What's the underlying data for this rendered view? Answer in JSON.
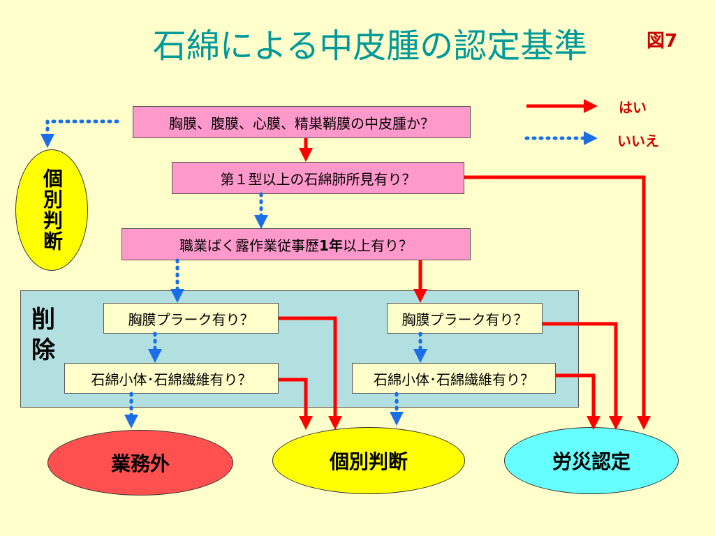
{
  "title": "石綿による中皮腫の認定基準",
  "figure_number": "図7",
  "legend": {
    "yes_label": "はい",
    "no_label": "いいえ"
  },
  "boxes": {
    "q1": "胸膜、腹膜、心膜、精巣鞘膜の中皮腫か？",
    "q2": "第１型以上の石綿肺所見有り？",
    "q3_pre": "職業ばく露作業従事歴",
    "q3_bold": "1年",
    "q3_post": "以上有り？",
    "q4_left": "胸膜プラーク有り？",
    "q5_left": "石綿小体･石綿繊維有り？",
    "q4_right": "胸膜プラーク有り？",
    "q5_right": "石綿小体･石綿繊維有り？"
  },
  "region_label": "削除",
  "outcomes": {
    "individual_left": "個別判断",
    "not_work_related": "業務外",
    "individual": "個別判断",
    "approved": "労災認定"
  },
  "colors": {
    "yes": "#ff0000",
    "no": "#1a6fe8",
    "title": "#009999"
  }
}
